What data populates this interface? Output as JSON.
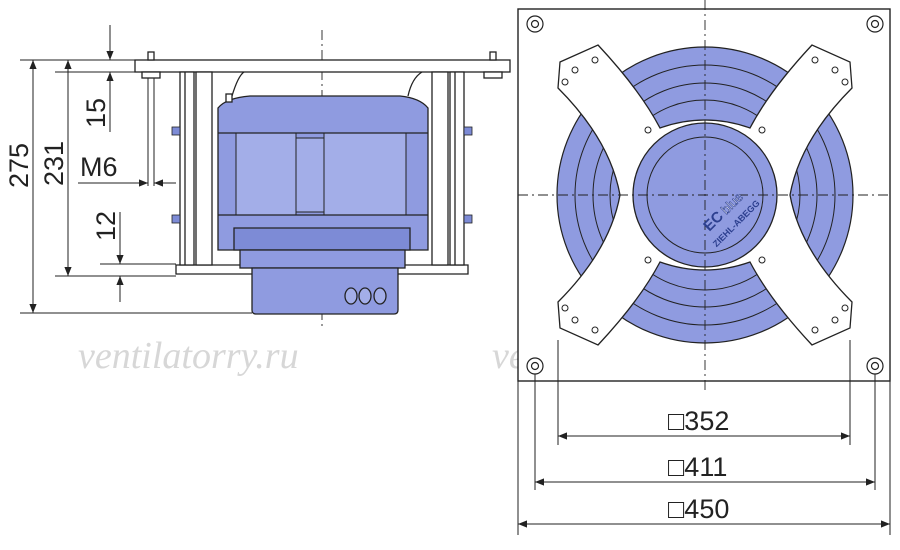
{
  "drawing": {
    "side_view": {
      "dim_total_height": "275",
      "dim_body_height": "231",
      "dim_top_offset": "15",
      "dim_thread": "M6",
      "dim_bottom_offset": "12"
    },
    "front_view": {
      "dim_inner": "□352",
      "dim_bolt": "□411",
      "dim_outer": "□450",
      "brand_ec": "EC",
      "brand_blue": "blue",
      "maker": "ZIEHL-ABEGG"
    },
    "watermark": "ventilatorry.ru",
    "colors": {
      "fan_blue": "#8f9be0",
      "fan_blue_dark": "#6f7fd0",
      "line": "#222222",
      "bracket": "#ffffff"
    }
  }
}
